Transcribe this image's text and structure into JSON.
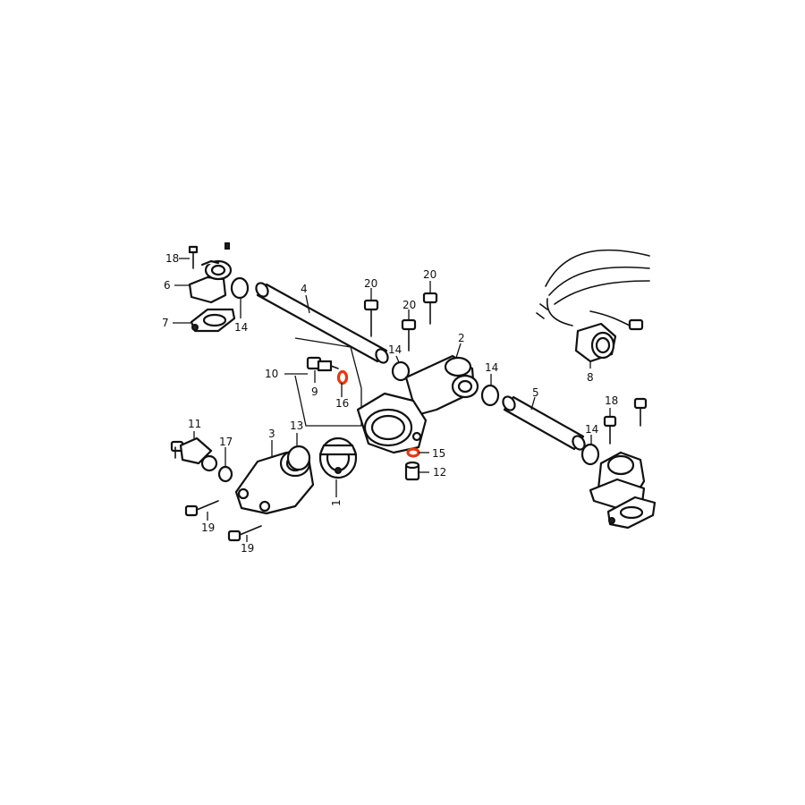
{
  "callouts": {
    "c1": "1",
    "c2": "2",
    "c3": "3",
    "c4": "4",
    "c5": "5",
    "c6": "6",
    "c7": "7",
    "c8": "8",
    "c9": "9",
    "c10": "10",
    "c11": "11",
    "c12": "12",
    "c13": "13",
    "c14a": "14",
    "c14b": "14",
    "c14c": "14",
    "c14d": "14",
    "c15": "15",
    "c16": "16",
    "c17": "17",
    "c18a": "18",
    "c18b": "18",
    "c19a": "19",
    "c19b": "19",
    "c20a": "20",
    "c20b": "20",
    "c20c": "20"
  },
  "colors": {
    "line": "#111111",
    "highlight": "#e8380f",
    "background": "#ffffff"
  },
  "highlighted_parts": [
    "16",
    "15"
  ]
}
